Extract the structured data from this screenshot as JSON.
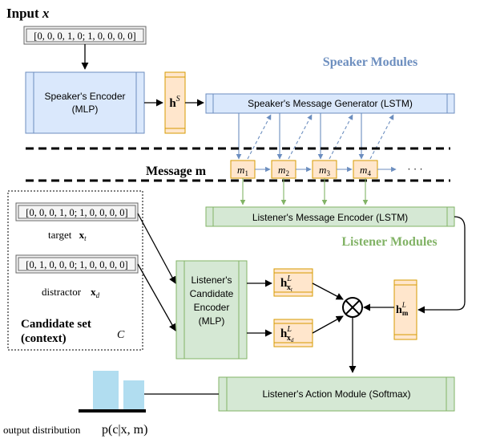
{
  "input": {
    "title": "Input",
    "var": "x",
    "vector": "[0, 0, 0, 1, 0; 1, 0, 0, 0, 0]"
  },
  "speaker": {
    "section_title": "Speaker Modules",
    "encoder_line1": "Speaker's Encoder",
    "encoder_line2": "(MLP)",
    "hidden_main": "h",
    "hidden_sup": "S",
    "generator": "Speaker's Message Generator (LSTM)"
  },
  "message": {
    "label_text": "Message",
    "label_var": "m",
    "tokens": [
      {
        "base": "m",
        "sub": "1"
      },
      {
        "base": "m",
        "sub": "2"
      },
      {
        "base": "m",
        "sub": "3"
      },
      {
        "base": "m",
        "sub": "4"
      }
    ],
    "ellipsis": "· · ·"
  },
  "listener": {
    "section_title": "Listener Modules",
    "message_encoder": "Listener's Message Encoder (LSTM)",
    "candidate_encoder_lines": [
      "Listener's",
      "Candidate",
      "Encoder",
      "(MLP)"
    ],
    "hidden_target": {
      "main": "h",
      "sup": "L",
      "sub": "x",
      "subsub": "t"
    },
    "hidden_distractor": {
      "main": "h",
      "sup": "L",
      "sub": "x",
      "subsub": "d"
    },
    "hidden_message": {
      "main": "h",
      "sup": "L",
      "sub": "m"
    },
    "multiply_symbol": "⊗",
    "action_module": "Listener's Action Module (Softmax)"
  },
  "candidates": {
    "target_vector": "[0, 0, 0, 1, 0; 1, 0, 0, 0, 0]",
    "target_word": "target",
    "target_var": {
      "base": "x",
      "sub": "t"
    },
    "distractor_vector": "[0, 1, 0, 0, 0; 1, 0, 0, 0, 0]",
    "distractor_word": "distractor",
    "distractor_var": {
      "base": "x",
      "sub": "d"
    },
    "set_label_line1": "Candidate set",
    "set_label_line2": "(context)",
    "set_var": "C"
  },
  "output": {
    "label_prefix": "output distribution",
    "formula": "p(c|x, m)"
  },
  "colors": {
    "speaker_fill": "#dae8fc",
    "speaker_stroke": "#6c8ebf",
    "speaker_title": "#6c8ebf",
    "listener_fill": "#d5e8d4",
    "listener_stroke": "#82b366",
    "listener_title": "#82b366",
    "token_fill": "#ffe6cc",
    "token_stroke": "#d79b00",
    "input_fill": "#f5f5f5",
    "input_stroke": "#666666",
    "bar_fill": "#b1ddf0",
    "arrow_blue": "#6c8ebf",
    "arrow_green": "#82b366"
  }
}
